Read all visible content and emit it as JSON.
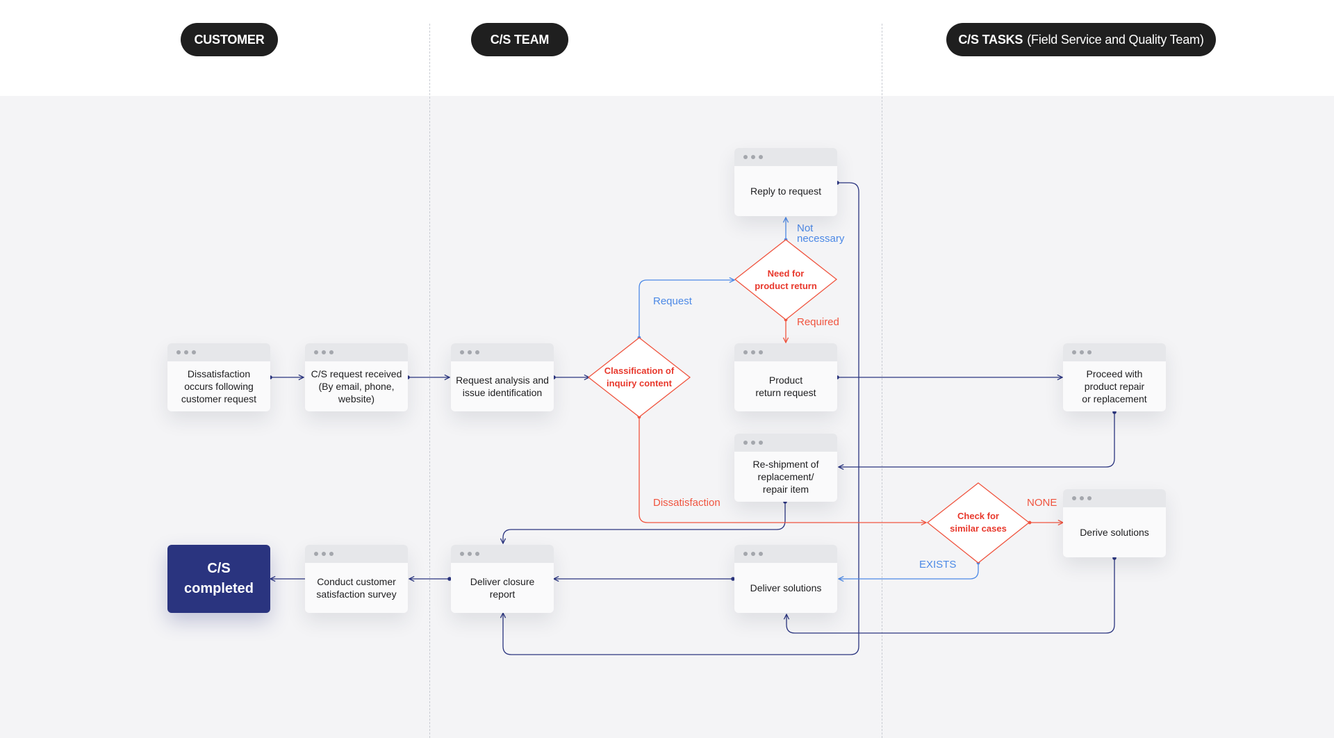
{
  "lanes": {
    "customer": "CUSTOMER",
    "cs_team": "C/S TEAM",
    "cs_tasks_bold": "C/S TASKS",
    "cs_tasks_light": "(Field Service and Quality Team)"
  },
  "nodes": {
    "dissatisfaction": "Dissatisfaction\noccurs following\ncustomer request",
    "request_received": "C/S request received\n(By email, phone,\nwebsite)",
    "analysis": "Request analysis and\nissue identification",
    "reply": "Reply to request",
    "product_return": "Product\nreturn request",
    "reshipment": "Re-shipment of\nreplacement/\nrepair item",
    "proceed_repair": "Proceed with\nproduct repair\nor replacement",
    "derive_solutions": "Derive solutions",
    "deliver_solutions": "Deliver solutions",
    "closure_report": "Deliver closure\nreport",
    "survey": "Conduct customer\nsatisfaction survey",
    "completed": "C/S\ncompleted"
  },
  "decisions": {
    "classification": "Classification of\ninquiry content",
    "product_return_need": "Need for\nproduct return",
    "similar_cases": "Check for\nsimilar cases"
  },
  "edge_labels": {
    "request": "Request",
    "not_necessary": "Not\nnecessary",
    "required": "Required",
    "dissatisfaction": "Dissatisfaction",
    "none": "NONE",
    "exists": "EXISTS"
  },
  "colors": {
    "navy": "#2a347f",
    "accent_red": "#e8382c",
    "accent_blue": "#4c89e6",
    "pill": "#1f1f1f"
  }
}
